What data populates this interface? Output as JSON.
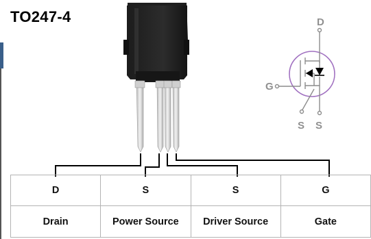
{
  "package_title": "TO247-4",
  "symbol": {
    "drain_label": "D",
    "gate_label": "G",
    "source_label_1": "S",
    "source_label_2": "S"
  },
  "pins": [
    {
      "code": "D",
      "name": "Drain"
    },
    {
      "code": "S",
      "name": "Power Source"
    },
    {
      "code": "S",
      "name": "Driver Source"
    },
    {
      "code": "G",
      "name": "Gate"
    }
  ],
  "colors": {
    "package_body": "#262626",
    "lead": "#d9d9d9",
    "symbol": "#8a8a8a",
    "table_border": "#b3b3b3"
  }
}
